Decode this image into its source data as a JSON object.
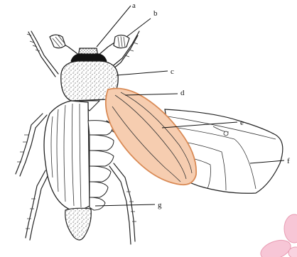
{
  "labels": {
    "a": "a",
    "b": "b",
    "c": "c",
    "d": "d",
    "e": "e",
    "f": "f",
    "g": "g"
  },
  "colors": {
    "ink": "#222222",
    "highlight_fill": "#f6cdb0",
    "highlight_stroke": "#d98a55",
    "petal": "#f7c6d6",
    "petal_stroke": "#e89bb2"
  }
}
